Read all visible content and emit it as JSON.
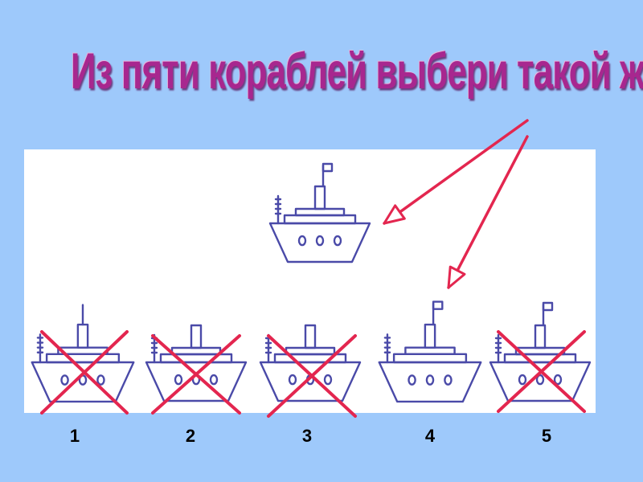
{
  "title": "Из пяти кораблей выбери такой же",
  "labels": [
    "1",
    "2",
    "3",
    "4",
    "5"
  ],
  "crossed": [
    true,
    true,
    true,
    false,
    true
  ],
  "colors": {
    "background": "#9ec9fb",
    "title": "#a8278f",
    "ship_stroke": "#4a4aa8",
    "cross": "#e3264f",
    "arrow": "#e3264f"
  }
}
